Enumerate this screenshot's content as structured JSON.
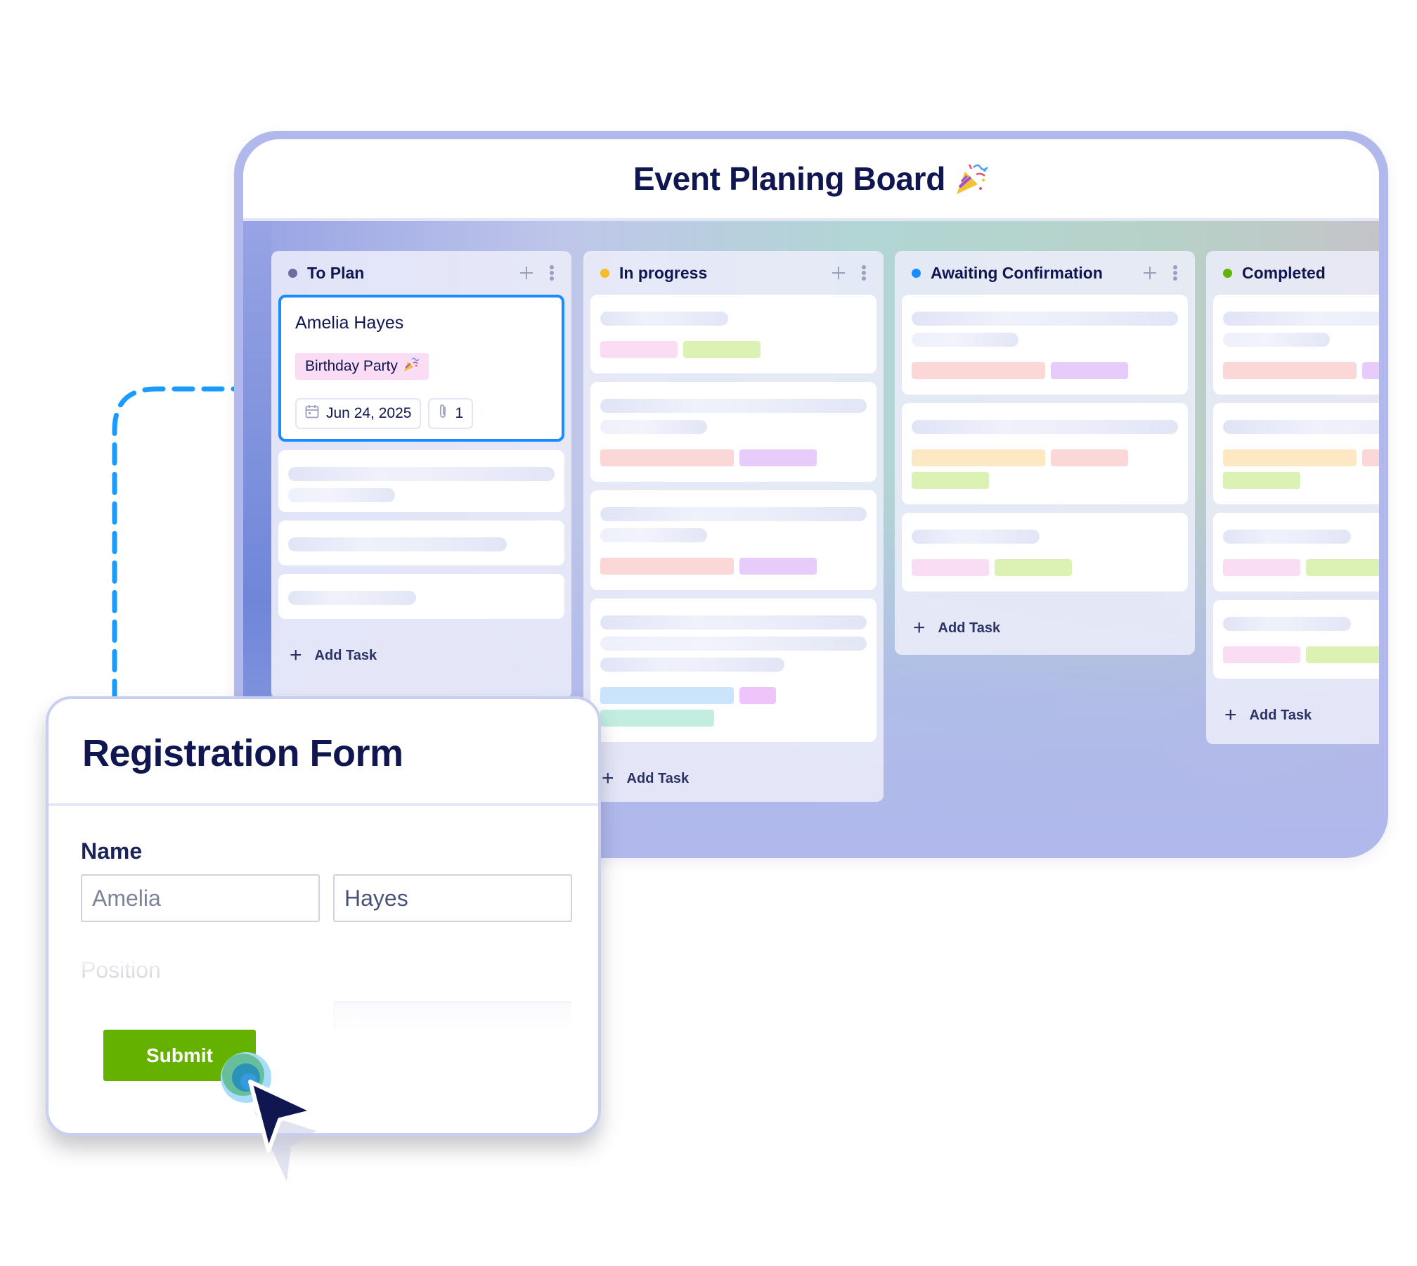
{
  "board": {
    "title": "Event Planing Board",
    "title_icon": "party-popper-icon",
    "frame_color": "#b0b8ec",
    "columns": [
      {
        "title": "To Plan",
        "status_color": "#6b6f9e",
        "add_icon": "plus-icon",
        "menu_icon": "kebab-menu-icon",
        "add_task_label": "Add Task",
        "featured_card": {
          "name": "Amelia Hayes",
          "tag": "Birthday Party",
          "tag_icon": "party-popper-icon",
          "tag_color": "#fbdcf5",
          "date": "Jun 24, 2025",
          "date_icon": "calendar-icon",
          "attachments": "1",
          "attachment_icon": "paperclip-icon",
          "highlight_color": "#1a8cff"
        },
        "placeholder_cards": [
          {
            "lines": [
              100,
              40
            ],
            "tags": []
          },
          {
            "lines": [
              82
            ],
            "tags": []
          },
          {
            "lines": [
              48
            ],
            "tags": []
          }
        ]
      },
      {
        "title": "In progress",
        "status_color": "#f7bb2c",
        "add_icon": "plus-icon",
        "menu_icon": "kebab-menu-icon",
        "add_task_label": "Add Task",
        "placeholder_cards": [
          {
            "lines": [
              48
            ],
            "tags": [
              {
                "w": 110,
                "c": "#fbdcf5"
              },
              {
                "w": 110,
                "c": "#dcf1b4"
              }
            ]
          },
          {
            "lines": [
              100,
              40
            ],
            "tags": [
              {
                "w": 190,
                "c": "#fbd7d7"
              },
              {
                "w": 110,
                "c": "#e6cbfb"
              }
            ]
          },
          {
            "lines": [
              100,
              40
            ],
            "tags": [
              {
                "w": 190,
                "c": "#fbd7d7"
              },
              {
                "w": 110,
                "c": "#e6cbfb"
              }
            ]
          },
          {
            "lines": [
              100,
              100,
              69
            ],
            "tags": [
              {
                "w": 190,
                "c": "#c9e4fb"
              },
              {
                "w": 52,
                "c": "#eec4fb"
              },
              {
                "w": 162,
                "c": "#c4ede1"
              }
            ]
          }
        ]
      },
      {
        "title": "Awaiting Confirmation",
        "status_color": "#1a8cff",
        "add_icon": "plus-icon",
        "menu_icon": "kebab-menu-icon",
        "add_task_label": "Add Task",
        "placeholder_cards": [
          {
            "lines": [
              100,
              40
            ],
            "tags": [
              {
                "w": 190,
                "c": "#fbd7d7"
              },
              {
                "w": 110,
                "c": "#e6cbfb"
              }
            ]
          },
          {
            "lines": [
              100
            ],
            "tags": [
              {
                "w": 190,
                "c": "#fee8c3"
              },
              {
                "w": 110,
                "c": "#fbd7d7"
              },
              {
                "w": 110,
                "c": "#dcf1b4"
              }
            ]
          },
          {
            "lines": [
              48
            ],
            "tags": [
              {
                "w": 110,
                "c": "#fbdcf5"
              },
              {
                "w": 110,
                "c": "#dcf1b4"
              }
            ]
          }
        ]
      },
      {
        "title": "Completed",
        "status_color": "#5fb30a",
        "add_task_label": "Add Task",
        "placeholder_cards": [
          {
            "lines": [
              100,
              40
            ],
            "tags": [
              {
                "w": 190,
                "c": "#fbd7d7"
              },
              {
                "w": 110,
                "c": "#e6cbfb"
              }
            ]
          },
          {
            "lines": [
              100
            ],
            "tags": [
              {
                "w": 190,
                "c": "#fee8c3"
              },
              {
                "w": 110,
                "c": "#fbd7d7"
              },
              {
                "w": 110,
                "c": "#dcf1b4"
              }
            ]
          },
          {
            "lines": [
              48
            ],
            "tags": [
              {
                "w": 110,
                "c": "#fbdcf5"
              },
              {
                "w": 110,
                "c": "#dcf1b4"
              }
            ]
          },
          {
            "lines": [
              48
            ],
            "tags": [
              {
                "w": 110,
                "c": "#fbdcf5"
              },
              {
                "w": 110,
                "c": "#dcf1b4"
              }
            ]
          }
        ]
      }
    ]
  },
  "form": {
    "title": "Registration Form",
    "name_label": "Name",
    "first_name_value": "Amelia",
    "last_name_value": "Hayes",
    "position_label": "Position",
    "submit_label": "Submit",
    "submit_color": "#64b100"
  },
  "connector": {
    "color": "#1a9bff",
    "style": "dashed"
  },
  "cursor": {
    "icon": "cursor-arrow-icon",
    "color": "#0f1650",
    "click_ring_color": "#5ab8f5"
  }
}
